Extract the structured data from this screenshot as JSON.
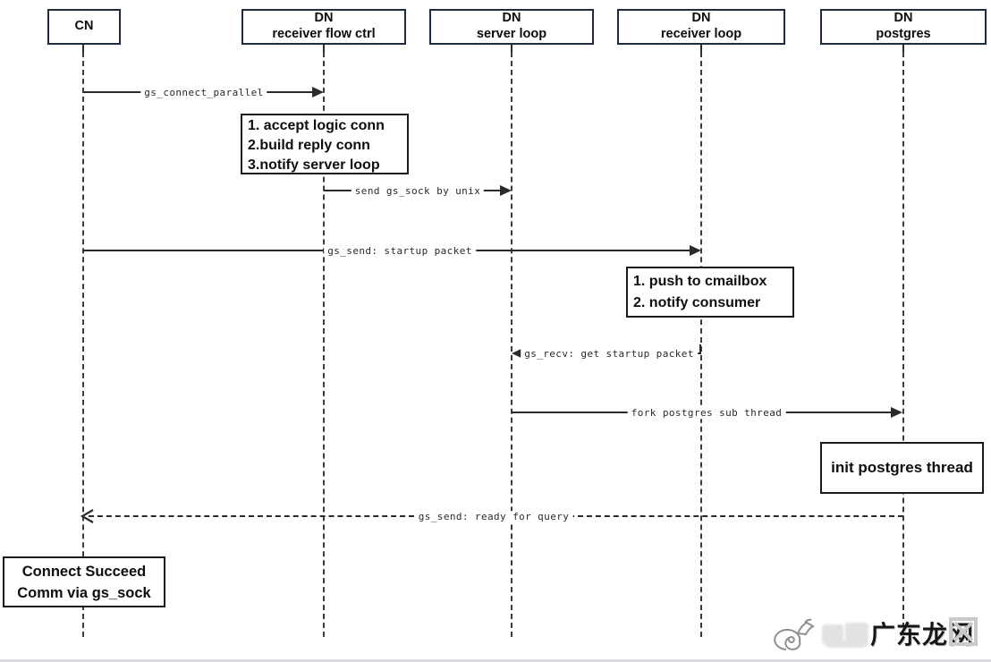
{
  "diagram": {
    "actors": [
      {
        "lines": [
          "CN"
        ]
      },
      {
        "lines": [
          "DN",
          "receiver flow ctrl"
        ]
      },
      {
        "lines": [
          "DN",
          "server loop"
        ]
      },
      {
        "lines": [
          "DN",
          "receiver loop"
        ]
      },
      {
        "lines": [
          "DN",
          "postgres"
        ]
      }
    ],
    "messages": [
      {
        "label": "gs_connect_parallel",
        "from": "CN",
        "to": "DN receiver flow ctrl",
        "line": "solid",
        "arrow": "filled-right"
      },
      {
        "label": "send gs_sock by unix",
        "from": "DN receiver flow ctrl",
        "to": "DN server loop",
        "line": "solid",
        "arrow": "filled-right"
      },
      {
        "label": "gs_send: startup packet",
        "from": "CN",
        "to": "DN receiver loop",
        "line": "solid",
        "arrow": "filled-right"
      },
      {
        "label": "gs_recv: get startup packet",
        "from": "DN receiver loop",
        "to": "DN server loop",
        "line": "solid",
        "arrow": "filled-left"
      },
      {
        "label": "fork postgres sub thread",
        "from": "DN server loop",
        "to": "DN postgres",
        "line": "solid",
        "arrow": "filled-right"
      },
      {
        "label": "gs_send: ready for query",
        "from": "DN postgres",
        "to": "CN",
        "line": "dashed",
        "arrow": "open-left"
      }
    ],
    "notes": [
      {
        "lines": [
          "1. accept logic conn",
          "2.build reply conn",
          "3.notify server loop"
        ],
        "anchor": "DN receiver flow ctrl"
      },
      {
        "lines": [
          "1. push to cmailbox",
          "2. notify consumer"
        ],
        "anchor": "DN receiver loop"
      },
      {
        "lines": [
          "init postgres thread"
        ],
        "anchor": "DN postgres"
      },
      {
        "lines": [
          "Connect Succeed",
          "Comm via gs_sock"
        ],
        "anchor": "CN"
      }
    ],
    "watermark": {
      "text": "广东龙网"
    }
  }
}
